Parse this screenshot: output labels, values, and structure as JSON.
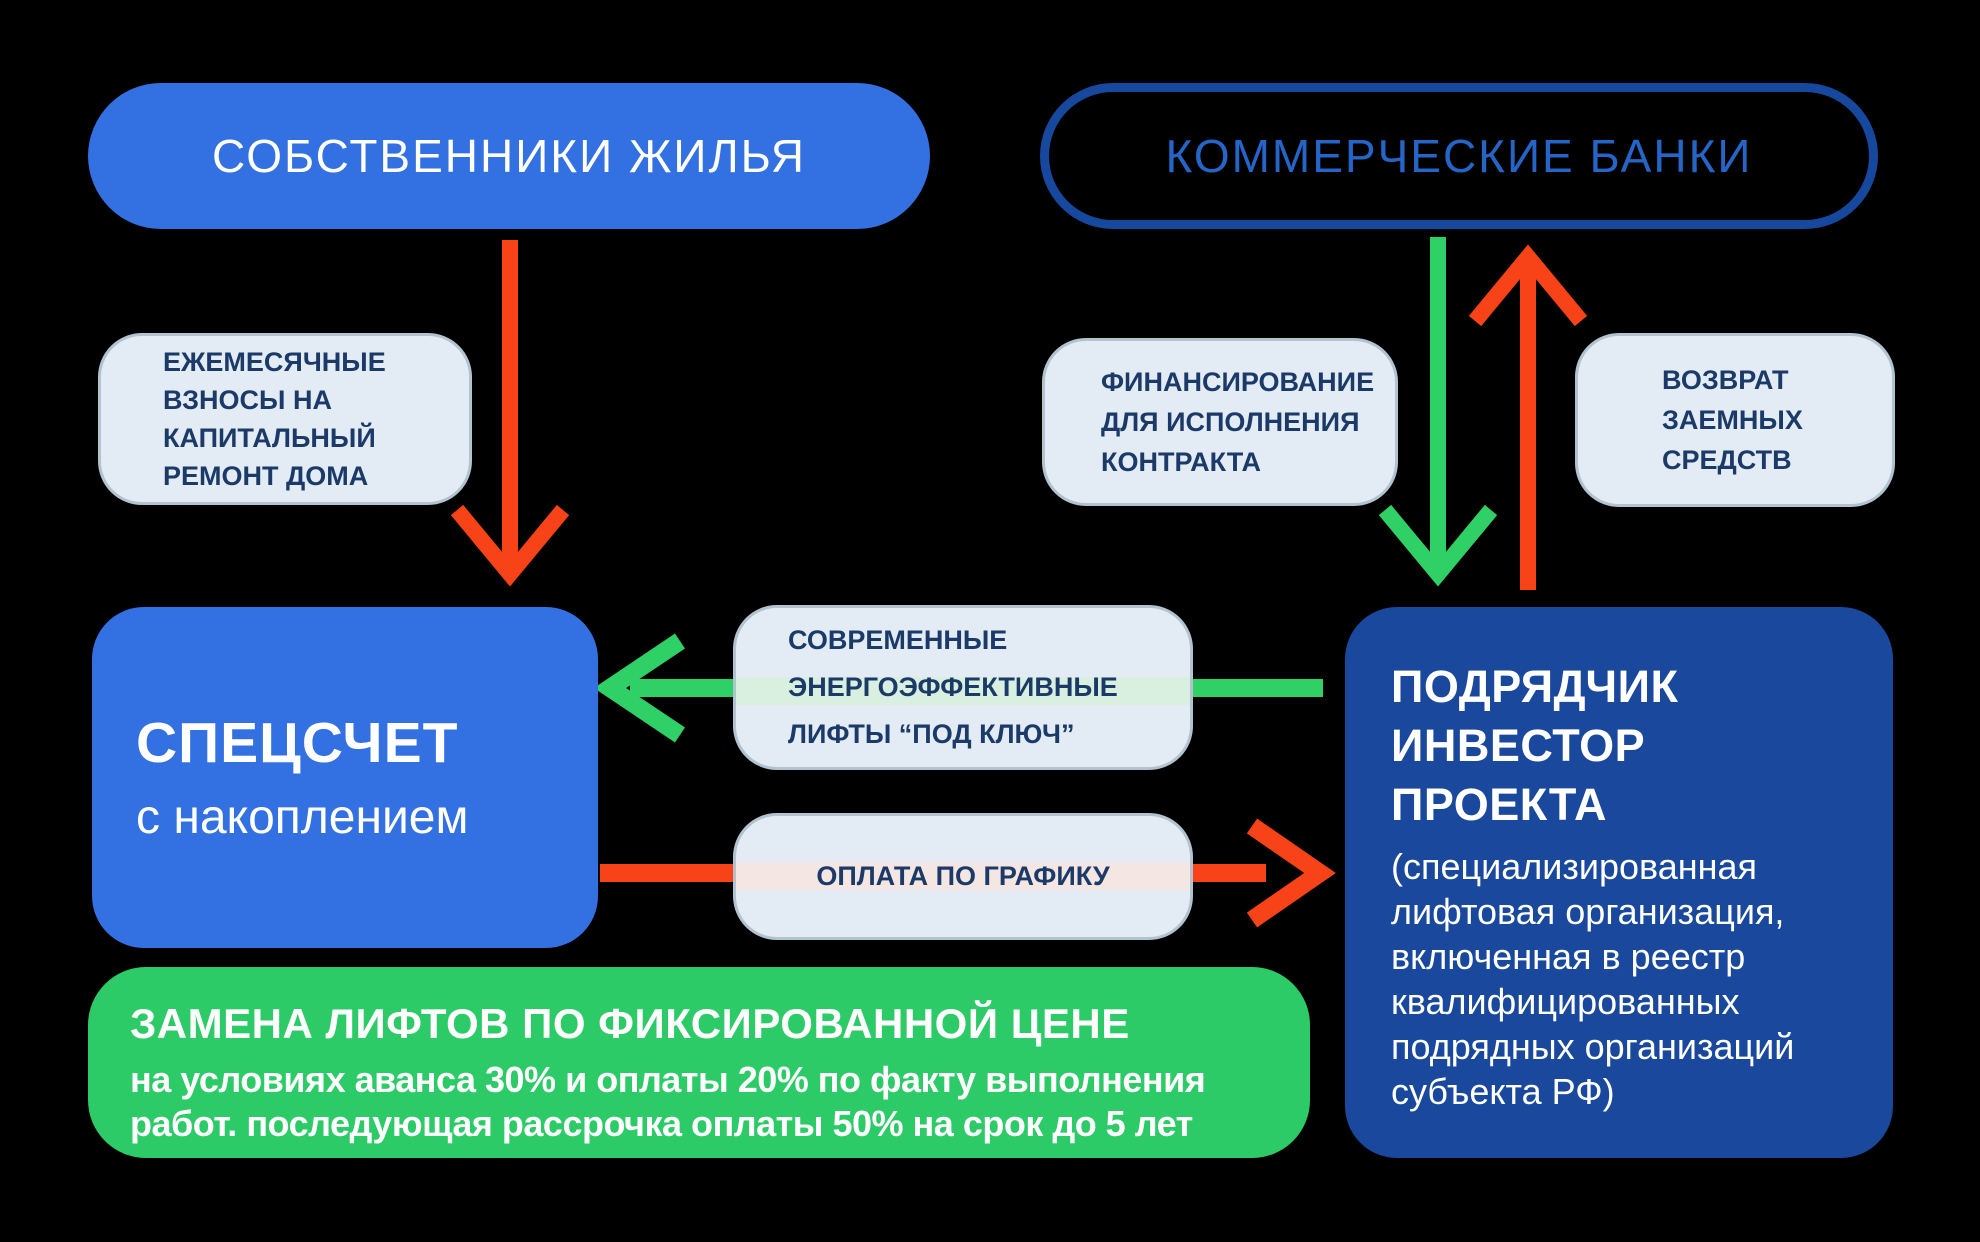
{
  "colors": {
    "background": "#000000",
    "primary_blue": "#3370e1",
    "dark_blue": "#19489c",
    "banks_border": "#16489e",
    "banks_text": "#2565c8",
    "light_box_bg": "#e3ebf4",
    "navy_text": "#1b3a68",
    "red_arrow": "#f74317",
    "green_arrow": "#2fd166",
    "green_box": "#2dcb67"
  },
  "nodes": {
    "owners": {
      "label": "СОБСТВЕННИКИ ЖИЛЬЯ"
    },
    "banks": {
      "label": "КОММЕРЧЕСКИЕ БАНКИ"
    },
    "monthly_fee": {
      "lines": [
        "ЕЖЕМЕСЯЧНЫЕ",
        "ВЗНОСЫ НА",
        "КАПИТАЛЬНЫЙ",
        "РЕМОНТ ДОМА"
      ]
    },
    "financing": {
      "lines": [
        "ФИНАНСИРОВАНИЕ",
        "ДЛЯ ИСПОЛНЕНИЯ",
        "КОНТРАКТА"
      ]
    },
    "loan_return": {
      "lines": [
        "ВОЗВРАТ",
        "ЗАЕМНЫХ",
        "СРЕДСТВ"
      ]
    },
    "special_account": {
      "title": "СПЕЦСЧЕТ",
      "subtitle": "с накоплением"
    },
    "lifts": {
      "lines": [
        "СОВРЕМЕННЫЕ",
        "ЭНЕРГОЭФФЕКТИВНЫЕ",
        "ЛИФТЫ “ПОД КЛЮЧ”"
      ]
    },
    "payment": {
      "label": "ОПЛАТА ПО ГРАФИКУ"
    },
    "contractor": {
      "title_lines": [
        "ПОДРЯДЧИК",
        "ИНВЕСТОР",
        "ПРОЕКТА"
      ],
      "description": "(специализированная лифтовая организация, включенная в реестр квалифицированных подрядных организаций субъекта РФ)"
    },
    "fixed_price": {
      "title": "ЗАМЕНА ЛИФТОВ ПО ФИКСИРОВАННОЙ ЦЕНЕ",
      "lines": [
        "на условиях аванса 30% и оплаты 20% по факту выполнения",
        "работ. последующая рассрочка оплаты 50% на срок до 5 лет"
      ]
    }
  },
  "arrows": [
    {
      "name": "owners-to-account",
      "color": "red",
      "direction": "down"
    },
    {
      "name": "banks-to-contractor-financing",
      "color": "green",
      "direction": "down"
    },
    {
      "name": "contractor-to-banks-return",
      "color": "red",
      "direction": "up"
    },
    {
      "name": "contractor-to-account-lifts",
      "color": "green",
      "direction": "left"
    },
    {
      "name": "account-to-contractor-payment",
      "color": "red",
      "direction": "right"
    }
  ]
}
